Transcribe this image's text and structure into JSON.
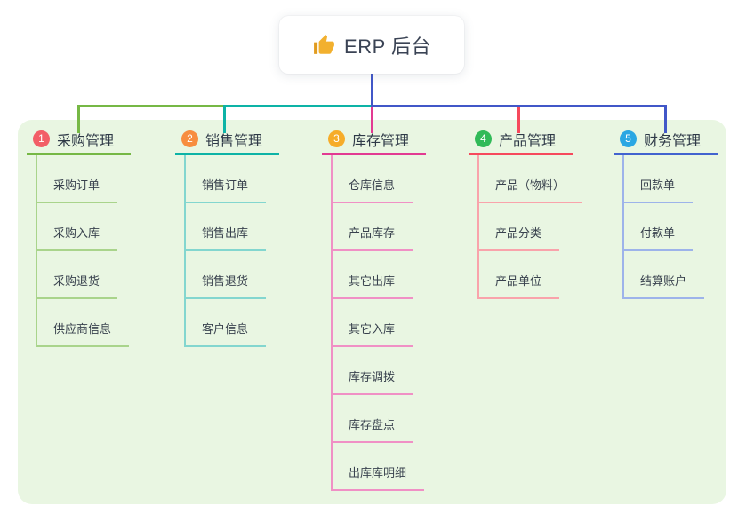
{
  "root": {
    "label": "ERP 后台",
    "icon": "thumbs-up-icon"
  },
  "branches": [
    {
      "badge": "1",
      "label": "采购管理",
      "color": "#76b845",
      "light_color": "#a9d48b",
      "badge_color": "#f25e67",
      "children": [
        "采购订单",
        "采购入库",
        "采购退货",
        "供应商信息"
      ]
    },
    {
      "badge": "2",
      "label": "销售管理",
      "color": "#0db3a6",
      "light_color": "#83d6cf",
      "badge_color": "#f78d3f",
      "children": [
        "销售订单",
        "销售出库",
        "销售退货",
        "客户信息"
      ]
    },
    {
      "badge": "3",
      "label": "库存管理",
      "color": "#e23a92",
      "light_color": "#f090c5",
      "badge_color": "#f6ac29",
      "children": [
        "仓库信息",
        "产品库存",
        "其它出库",
        "其它入库",
        "库存调拨",
        "库存盘点",
        "出库库明细"
      ]
    },
    {
      "badge": "4",
      "label": "产品管理",
      "color": "#f6495c",
      "light_color": "#f9a3ab",
      "badge_color": "#31ba58",
      "children": [
        "产品（物料）",
        "产品分类",
        "产品单位"
      ]
    },
    {
      "badge": "5",
      "label": "财务管理",
      "color": "#4263cf",
      "light_color": "#9db3ea",
      "badge_color": "#2aa7e3",
      "children": [
        "回款单",
        "付款单",
        "结算账户"
      ]
    }
  ],
  "colors": {
    "panel_background": "#e9f6e2",
    "root_connector": "#4157c8",
    "thumb_icon": "#f2b02e",
    "text": "#39424e"
  }
}
